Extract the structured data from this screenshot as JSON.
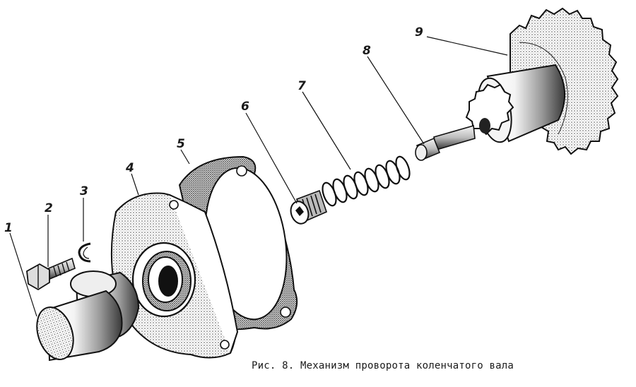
{
  "figure": {
    "caption": "Рис. 8. Механизм проворота коленчатого вала",
    "callouts": [
      {
        "id": "1",
        "label": "1"
      },
      {
        "id": "2",
        "label": "2"
      },
      {
        "id": "3",
        "label": "3"
      },
      {
        "id": "4",
        "label": "4"
      },
      {
        "id": "5",
        "label": "5"
      },
      {
        "id": "6",
        "label": "6"
      },
      {
        "id": "7",
        "label": "7"
      },
      {
        "id": "8",
        "label": "8"
      },
      {
        "id": "9",
        "label": "9"
      }
    ]
  }
}
